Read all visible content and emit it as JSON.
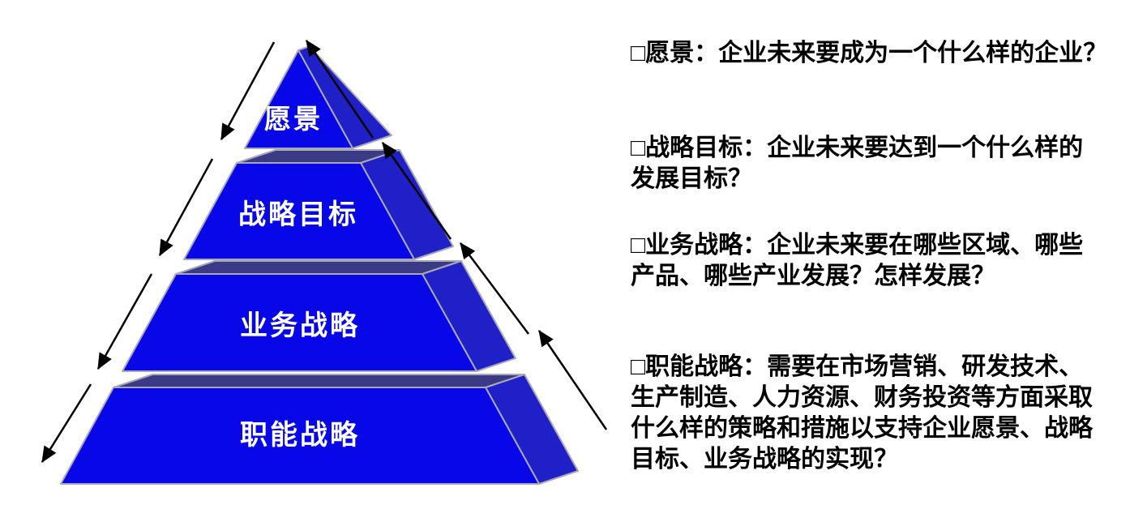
{
  "pyramid": {
    "levels": [
      {
        "label": "愿景"
      },
      {
        "label": "战略目标"
      },
      {
        "label": "业务战略"
      },
      {
        "label": "职能战略"
      }
    ],
    "colors": {
      "front_face": "#0707e8",
      "side_face": "#2020c8",
      "top_face": "#3a3a87",
      "edge": "#a9a9b6",
      "label_text": "#ffffff"
    }
  },
  "arrows": {
    "left_cascade": {
      "count": 4,
      "direction": "down-left",
      "color": "#000000"
    },
    "right_support": {
      "count": 4,
      "direction": "up-right",
      "color": "#000000"
    }
  },
  "annotations": [
    {
      "text": "□愿景：企业未来要成为一个什么样的企业？"
    },
    {
      "text": "□战略目标：企业未来要达到一个什么样的\n发展目标？"
    },
    {
      "text": "□业务战略：企业未来要在哪些区域、哪些\n产品、哪些产业发展？怎样发展？"
    },
    {
      "text": "□职能战略：需要在市场营销、研发技术、\n生产制造、人力资源、财务投资等方面采取\n什么样的策略和措施以支持企业愿景、战略\n目标、业务战略的实现？"
    }
  ]
}
